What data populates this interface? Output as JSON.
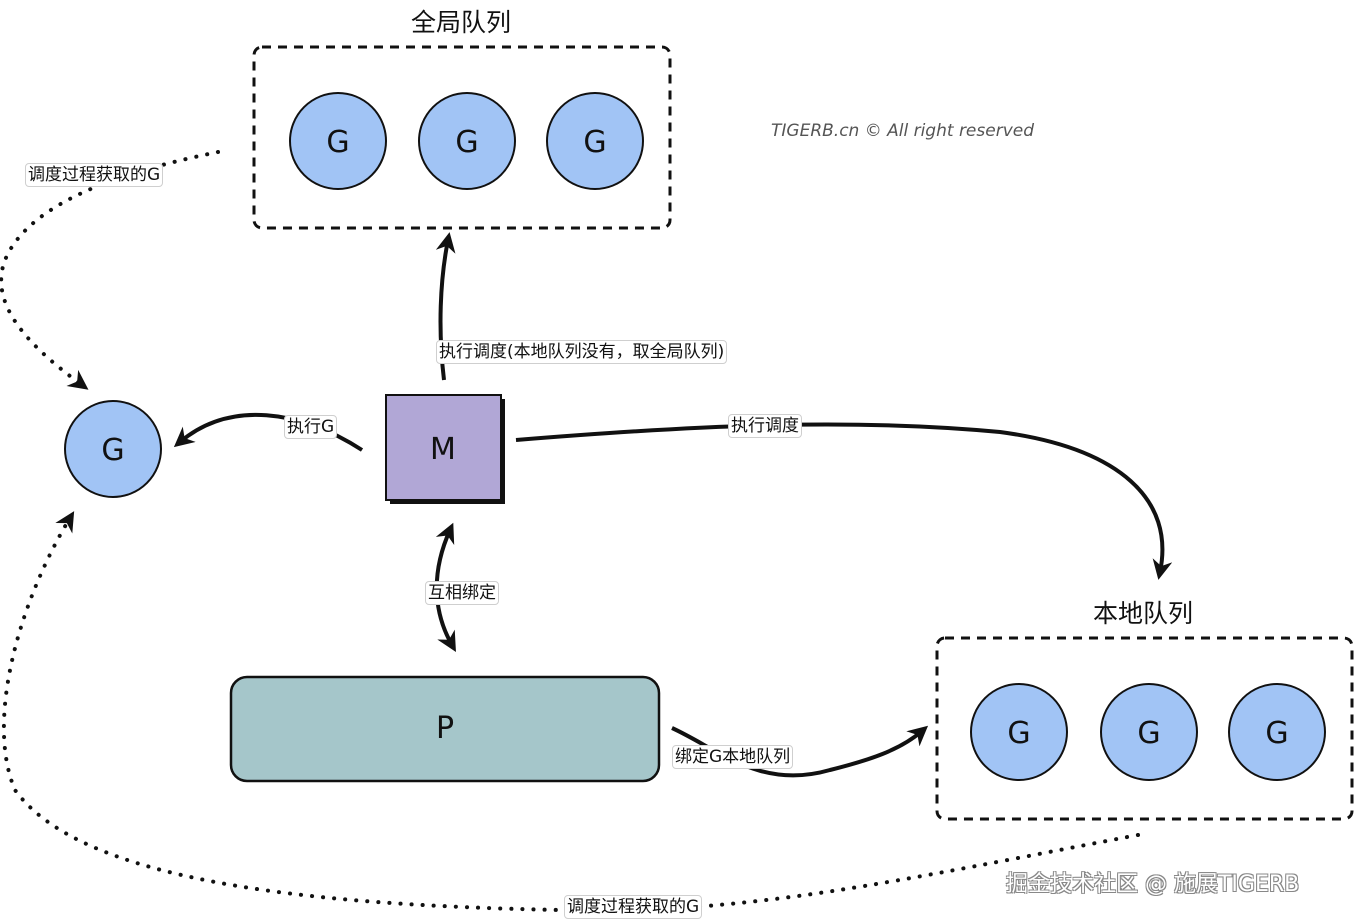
{
  "colors": {
    "g_fill": "#a1c4f5",
    "m_fill": "#b1a7d6",
    "p_fill": "#a5c6ca",
    "stroke": "#111111"
  },
  "global_queue": {
    "title": "全局队列",
    "items": [
      "G",
      "G",
      "G"
    ]
  },
  "local_queue": {
    "title": "本地队列",
    "items": [
      "G",
      "G",
      "G"
    ]
  },
  "nodes": {
    "running_g": "G",
    "m": "M",
    "p": "P"
  },
  "edges": {
    "schedule_global": "执行调度(本地队列没有，取全局队列)",
    "run_g": "执行G",
    "schedule_local": "执行调度",
    "mutual_bind": "互相绑定",
    "bind_local_queue": "绑定G本地队列",
    "steal_top": "调度过程获取的G",
    "steal_bottom": "调度过程获取的G"
  },
  "copyright": "TIGERB.cn © All right reserved",
  "watermark": "掘金技术社区 @ 施展TIGERB"
}
